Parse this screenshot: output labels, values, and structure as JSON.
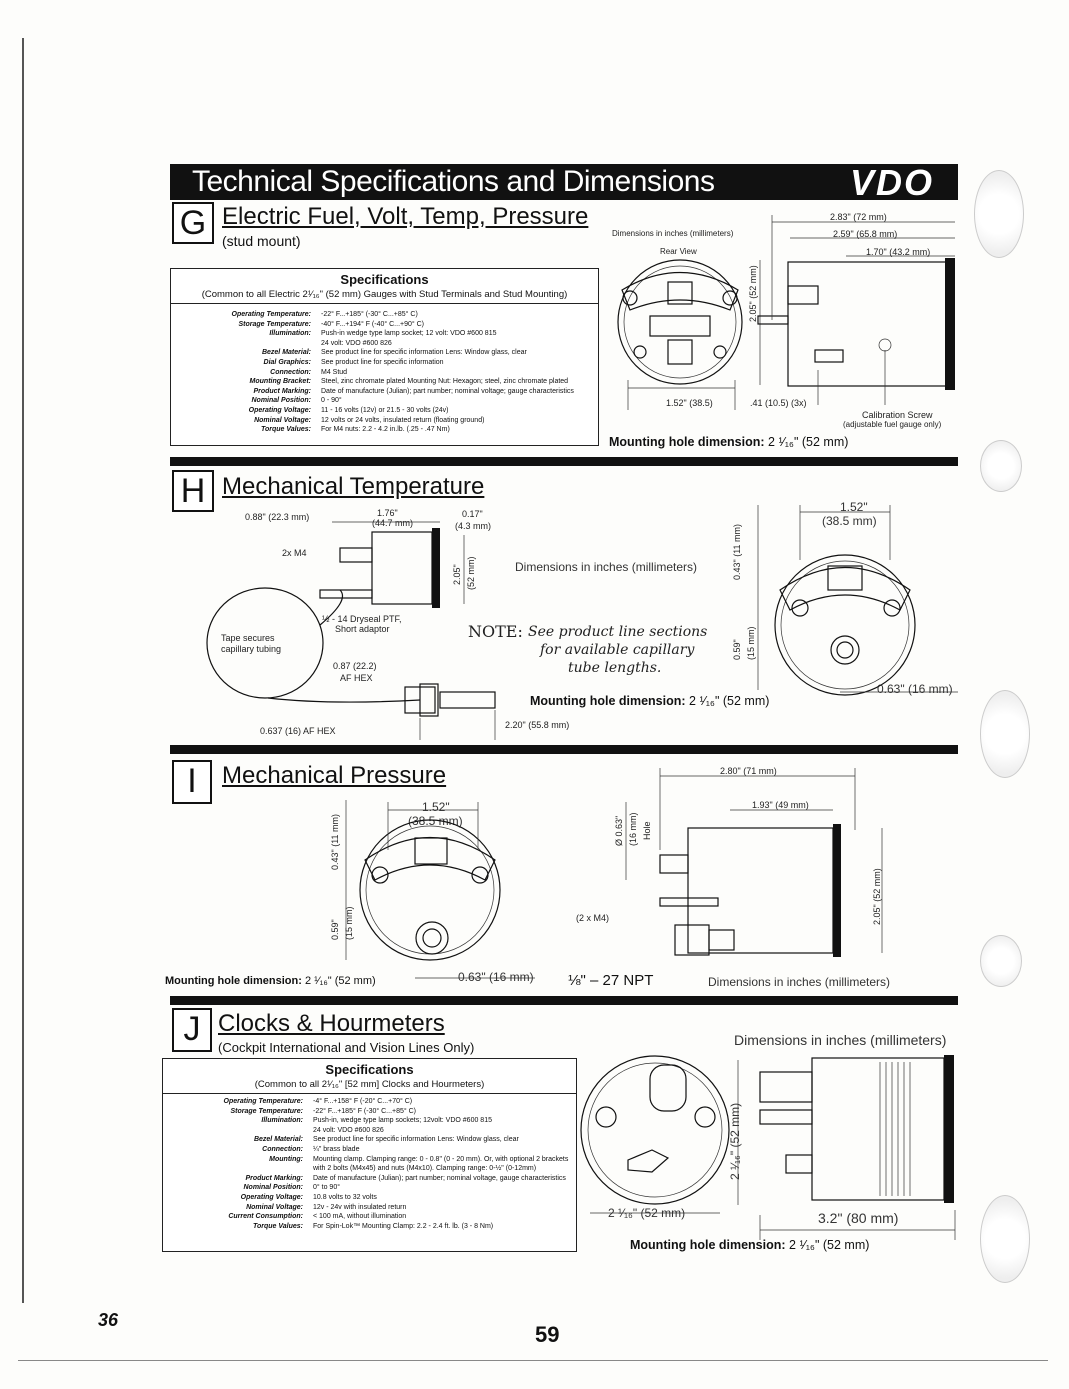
{
  "banner": {
    "title": "Technical Specifications and Dimensions",
    "logo": "VDO"
  },
  "sectionG": {
    "letter": "G",
    "title": "Electric Fuel, Volt, Temp, Pressure",
    "subtitle": "(stud mount)",
    "dims_caption": "Dimensions in inches (millimeters)",
    "rear_view": "Rear View",
    "dims": [
      "2.83\" (72 mm)",
      "2.59\" (65.8 mm)",
      "1.70\" (43.2 mm)",
      "2.05\" (52 mm)",
      "1.52\" (38.5)",
      ".41 (10.5) (3x)",
      "Calibration Screw",
      "(adjustable fuel gauge only)"
    ],
    "mounting": {
      "label": "Mounting hole dimension:",
      "value": "2 ¹⁄₁₆\" (52 mm)"
    },
    "spec": {
      "header": "Specifications",
      "subheader": "(Common to all Electric 2¹⁄₁₆\" (52 mm) Gauges with Stud Terminals and Stud Mounting)",
      "rows": [
        {
          "label": "Operating Temperature:",
          "value": "-22° F...+185° (-30° C...+85° C)"
        },
        {
          "label": "Storage Temperature:",
          "value": "-40° F...+194° F (-40° C...+90° C)"
        },
        {
          "label": "Illumination:",
          "value": "Push-in wedge type lamp socket; 12 volt: VDO #600 815"
        },
        {
          "label": "",
          "value": "24 volt: VDO #600 826"
        },
        {
          "label": "Bezel Material:",
          "value": "See product line for specific information  Lens: Window glass, clear"
        },
        {
          "label": "Dial Graphics:",
          "value": "See product line for specific information"
        },
        {
          "label": "Connection:",
          "value": "M4 Stud"
        },
        {
          "label": "Mounting Bracket:",
          "value": "Steel, zinc chromate plated  Mounting Nut: Hexagon; steel, zinc chromate plated"
        },
        {
          "label": "Product Marking:",
          "value": "Date of manufacture (Julian); part number; nominal voltage; gauge characteristics"
        },
        {
          "label": "Nominal Position:",
          "value": "0 - 90°"
        },
        {
          "label": "Operating Voltage:",
          "value": "11 - 16 volts (12v) or 21.5 - 30 volts (24v)"
        },
        {
          "label": "Nominal Voltage:",
          "value": "12 volts or 24 volts, insulated return (floating ground)"
        },
        {
          "label": "Torque Values:",
          "value": "For M4 nuts: 2.2 - 4.2 in.lb. (.25 - .47 Nm)"
        }
      ]
    }
  },
  "sectionH": {
    "letter": "H",
    "title": "Mechanical Temperature",
    "dims": [
      "0.88\" (22.3 mm)",
      "1.76\"",
      "(44.7 mm)",
      "0.17\"",
      "(4.3 mm)",
      "2x M4",
      "2.05\"",
      "(52 mm)",
      "½ - 14 Dryseal PTF,",
      "Short adaptor",
      "Tape secures",
      "capillary tubing",
      "0.87 (22.2)",
      "AF HEX",
      "0.637 (16) AF HEX",
      "2.20\" (55.8 mm)",
      "1.52\"",
      "(38.5 mm)",
      "0.43\" (11 mm)",
      "0.59\"",
      "(15 mm)",
      "0.63\" (16 mm)"
    ],
    "dims_caption": "Dimensions in inches (millimeters)",
    "note_label": "NOTE:",
    "note_lines": [
      "See product line sections",
      "for available capillary",
      "tube lengths."
    ],
    "mounting": {
      "label": "Mounting hole dimension:",
      "value": "2 ¹⁄₁₆\" (52 mm)"
    }
  },
  "sectionI": {
    "letter": "I",
    "title": "Mechanical Pressure",
    "dims": [
      "1.52\"",
      "(38.5 mm)",
      "0.43\" (11 mm)",
      "0.59\"",
      "(15 mm)",
      "0.63\" (16 mm)",
      "2.80\" (71 mm)",
      "1.93\" (49 mm)",
      "Ø 0.63\"",
      "(16 mm)",
      "Hole",
      "(2 x M4)",
      "2.05\" (52 mm)"
    ],
    "thread": "⅛\" – 27 NPT",
    "dims_caption": "Dimensions in inches (millimeters)",
    "mounting": {
      "label": "Mounting hole dimension:",
      "value": "2 ¹⁄₁₆\" (52 mm)"
    }
  },
  "sectionJ": {
    "letter": "J",
    "title": "Clocks & Hourmeters",
    "subtitle": "(Cockpit International and Vision Lines Only)",
    "dims_caption": "Dimensions in inches (millimeters)",
    "dims": [
      "2 ¹⁄₁₆\" (52 mm)",
      "2 ¹⁄₁₆\" (52 mm)",
      "3.2\" (80 mm)"
    ],
    "mounting": {
      "label": "Mounting hole dimension:",
      "value": "2 ¹⁄₁₆\" (52 mm)"
    },
    "spec": {
      "header": "Specifications",
      "subheader": "(Common to all 2¹⁄₁₆\" [52 mm] Clocks and Hourmeters)",
      "rows": [
        {
          "label": "Operating Temperature:",
          "value": "-4° F...+158° F (-20° C...+70° C)"
        },
        {
          "label": "Storage Temperature:",
          "value": "-22° F...+185° F (-30° C...+85° C)"
        },
        {
          "label": "Illumination:",
          "value": "Push-in, wedge type lamp sockets; 12volt: VDO #600 815"
        },
        {
          "label": "",
          "value": "24 volt: VDO #600 826"
        },
        {
          "label": "Bezel Material:",
          "value": "See product line for specific information    Lens: Window glass, clear"
        },
        {
          "label": "Connection:",
          "value": "¼\" brass blade"
        },
        {
          "label": "Mounting:",
          "value": "Mounting clamp. Clamping range: 0 - 0.8\" (0 - 20 mm). Or, with optional 2 brackets"
        },
        {
          "label": "",
          "value": "with 2 bolts (M4x45) and nuts (M4x10). Clamping range: 0-½\" (0-12mm)"
        },
        {
          "label": "Product Marking:",
          "value": "Date of manufacture (Julian); part number; nominal voltage, gauge characteristics"
        },
        {
          "label": "Nominal Position:",
          "value": "0° to 90°"
        },
        {
          "label": "Operating Voltage:",
          "value": "10.8 volts to 32 volts"
        },
        {
          "label": "Nominal Voltage:",
          "value": "12v - 24v with insulated return"
        },
        {
          "label": "Current Consumption:",
          "value": "< 100 mA, without illumination"
        },
        {
          "label": "Torque Values:",
          "value": "For Spin-Lok™ Mounting Clamp: 2.2 - 2.4 ft. lb. (3 - 8 Nm)"
        }
      ]
    }
  },
  "footer": {
    "left_page": "36",
    "center_page": "59"
  }
}
